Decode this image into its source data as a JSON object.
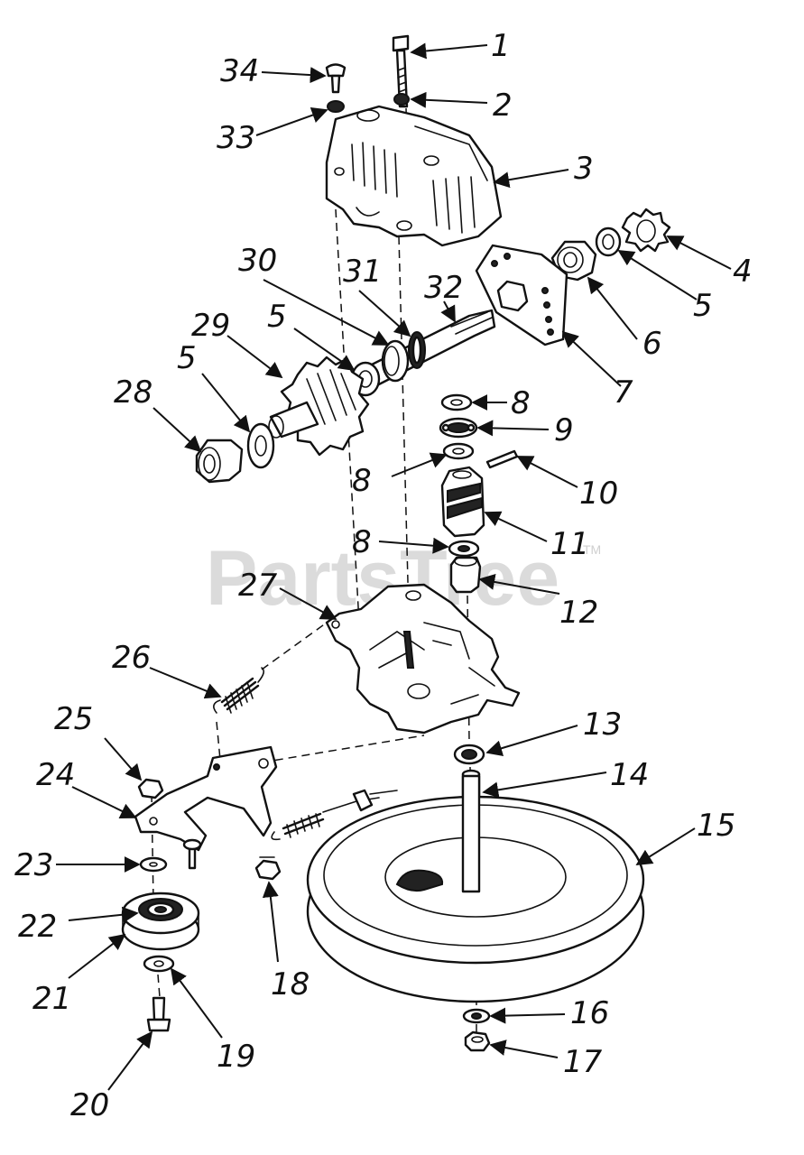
{
  "watermark": {
    "text": "PartsTree",
    "trademark": "TM"
  },
  "callouts": [
    "1",
    "2",
    "3",
    "4",
    "5",
    "6",
    "7",
    "8",
    "9",
    "10",
    "11",
    "12",
    "13",
    "14",
    "15",
    "16",
    "17",
    "18",
    "19",
    "20",
    "21",
    "22",
    "23",
    "24",
    "25",
    "26",
    "27",
    "28",
    "29",
    "30",
    "31",
    "32",
    "33",
    "34"
  ],
  "callouts_repeated": {
    "five_a": "5",
    "five_b": "5",
    "five_c": "5",
    "eight_a": "8",
    "eight_b": "8",
    "eight_c": "8"
  }
}
